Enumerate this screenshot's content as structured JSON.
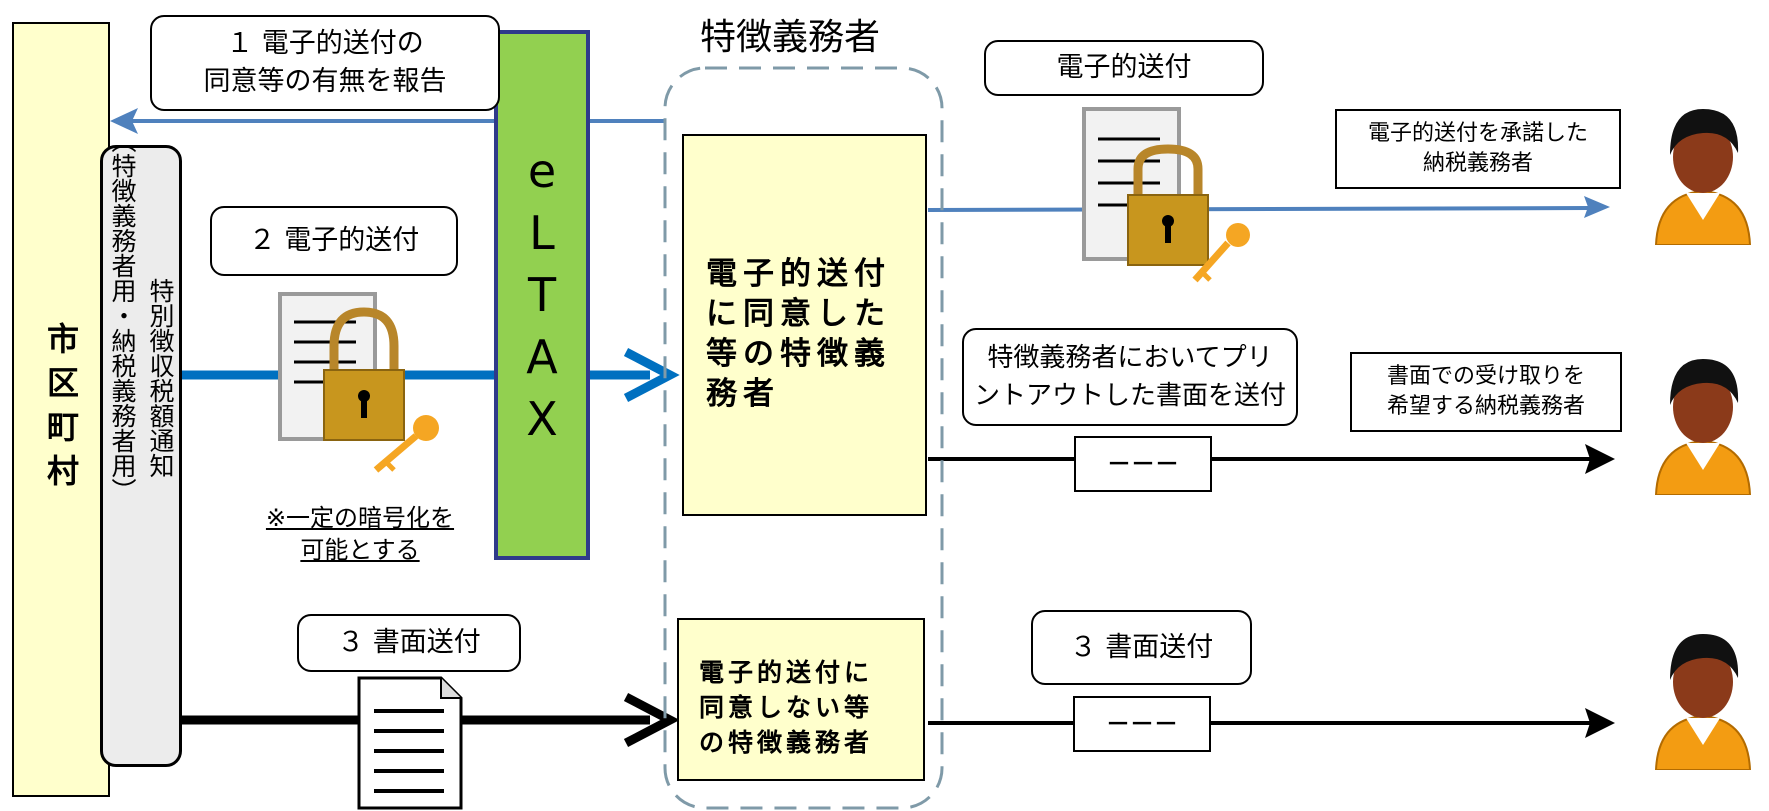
{
  "title": "特徴義務者",
  "municipality": "市区町村",
  "notice": {
    "main": "特別徴収税額通知",
    "sub": "（特徴義務者用・納税義務者用）"
  },
  "eltax": "eLTAX",
  "steps": {
    "report": {
      "line1": "１ 電子的送付の",
      "line2": "同意等の有無を報告"
    },
    "electronic": "２ 電子的送付",
    "paper_left": "３ 書面送付",
    "paper_right": "３ 書面送付",
    "electronic_right": "電子的送付"
  },
  "encryption_note": {
    "line1": "※一定の暗号化を",
    "line2": "可能とする"
  },
  "withholders": {
    "consent": {
      "line1": "電子的送付",
      "line2": "に同意した",
      "line3": "等の特徴義",
      "line4": "務者"
    },
    "no_consent": {
      "line1": "電子的送付に",
      "line2": "同意しない等",
      "line3": "の特徴義務者"
    }
  },
  "print_out": {
    "line1": "特徴義務者においてプリ",
    "line2": "ントアウトした書面を送付"
  },
  "taxpayers": {
    "accepted": {
      "line1": "電子的送付を承諾した",
      "line2": "納税義務者"
    },
    "paper": {
      "line1": "書面での受け取りを",
      "line2": "希望する納税義務者"
    }
  },
  "dash_label": "－－－",
  "colors": {
    "eltax_green": "#92d050",
    "eltax_border": "#2f3a8a",
    "yellow_fill": "#ffffcc",
    "blue_arrow": "#4f81bd",
    "thick_blue": "#0070c0",
    "key_orange": "#f5a623",
    "lock_gold": "#c8961e",
    "person_orange": "#f39c12"
  }
}
